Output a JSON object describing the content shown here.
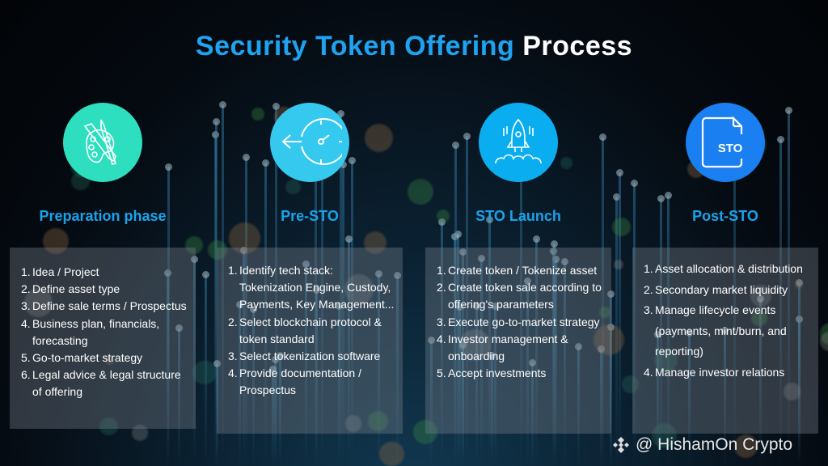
{
  "title": {
    "highlight": "Security Token Offering",
    "rest": "Process"
  },
  "colors": {
    "title_blue": "#1fa3f0",
    "circle1": "#2ddfbf",
    "circle2": "#36c9f0",
    "circle3": "#0aaef0",
    "circle4": "#1a7ff0"
  },
  "phases": [
    {
      "name": "Preparation phase",
      "icon": "palette-icon",
      "items": [
        "Idea / Project",
        "Define asset type",
        "Define sale terms / Prospectus",
        "Business plan, financials, forecasting",
        "Go-to-market strategy",
        "Legal advice & legal structure of offering"
      ]
    },
    {
      "name": "Pre-STO",
      "icon": "clock-arrow-icon",
      "items": [
        "Identify tech stack: Tokenization Engine, Custody, Payments, Key Management...",
        "Select blockchain protocol & token standard",
        "Select tokenization software",
        "Provide documentation / Prospectus"
      ]
    },
    {
      "name": "STO Launch",
      "icon": "rocket-icon",
      "items": [
        "Create token / Tokenize asset",
        "Create token sale according to offering's parameters",
        "Execute go-to-market strategy",
        "Investor management & onboarding",
        "Accept investments"
      ]
    },
    {
      "name": "Post-STO",
      "icon": "sto-document-icon",
      "icon_text": "STO",
      "items": [
        "Asset allocation & distribution",
        "Secondary market liquidity",
        "Manage lifecycle events (payments, mint/burn, and reporting)",
        "Manage investor relations"
      ]
    }
  ],
  "credit": "@ HishamOn Crypto"
}
